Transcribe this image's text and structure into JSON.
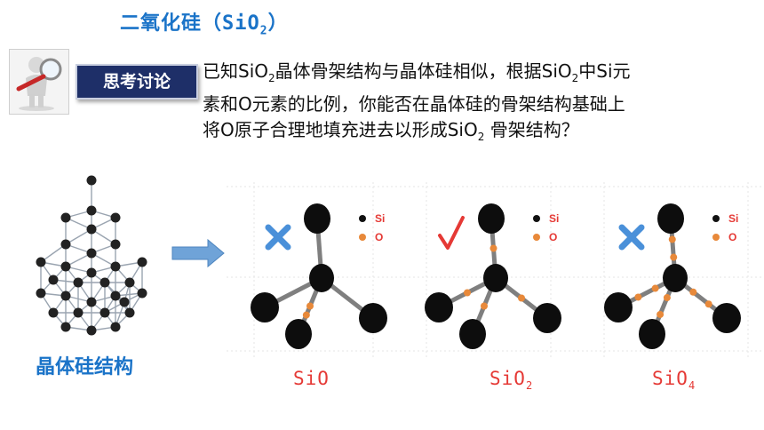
{
  "title": {
    "main": "二氧化硅",
    "paren_open": "（",
    "formula_prefix": "SiO",
    "formula_sub": "2",
    "paren_close": "）"
  },
  "badge": {
    "label": "思考讨论"
  },
  "question": {
    "line1_a": "已知SiO",
    "line1_sub1": "2",
    "line1_b": "晶体骨架结构与晶体硅相似，根据SiO",
    "line1_sub2": "2",
    "line1_c": "中Si元",
    "line2": "素和O元素的比例，你能否在晶体硅的骨架结构基础上",
    "line3_a": "将O原子合理地填充进去以形成SiO",
    "line3_sub": "2",
    "line3_b": " 骨架结构？"
  },
  "crystal_label": "晶体硅结构",
  "legend": {
    "si": "Si",
    "o": "O"
  },
  "panels": [
    {
      "caption_prefix": "SiO",
      "caption_sub": "",
      "mark": "cross",
      "mark_color": "#4a90d9"
    },
    {
      "caption_prefix": "SiO",
      "caption_sub": "2",
      "mark": "check",
      "mark_color": "#e53935"
    },
    {
      "caption_prefix": "SiO",
      "caption_sub": "4",
      "mark": "cross",
      "mark_color": "#4a90d9"
    }
  ],
  "colors": {
    "title": "#1a73c8",
    "badge_bg": "#1e2f68",
    "caption": "#e53935",
    "oxygen": "#e8893a",
    "silicon": "#111111",
    "arrow": "#6fa3d8"
  }
}
